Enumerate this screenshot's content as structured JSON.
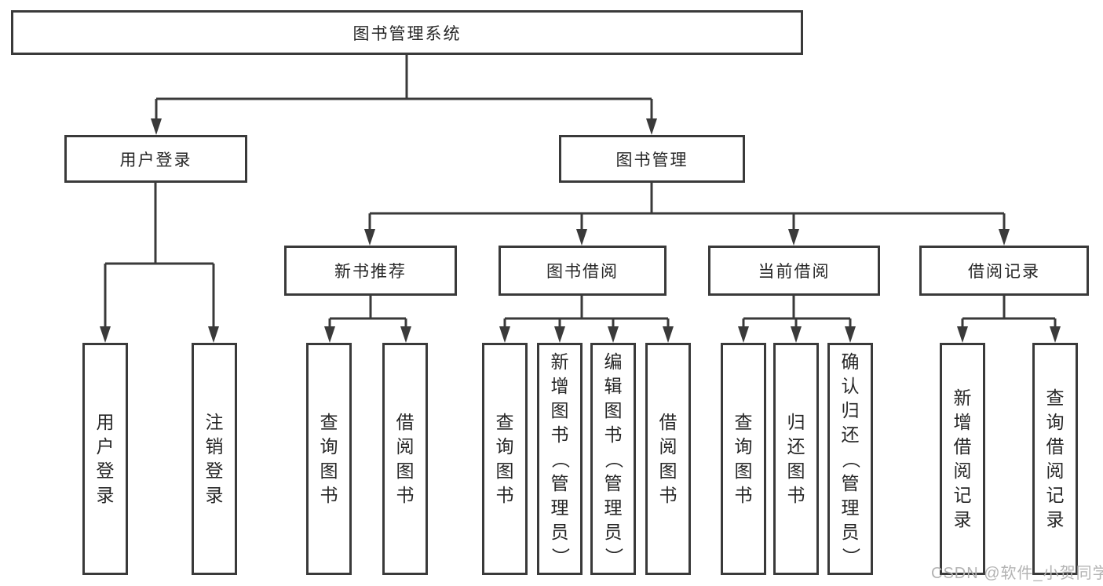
{
  "diagram": {
    "root": {
      "label": "图书管理系统"
    },
    "branches": [
      {
        "label": "用户登录",
        "children": [
          {
            "label": "用户登录"
          },
          {
            "label": "注销登录"
          }
        ]
      },
      {
        "label": "图书管理",
        "children": [
          {
            "label": "新书推荐",
            "children": [
              {
                "label": "查询图书"
              },
              {
                "label": "借阅图书"
              }
            ]
          },
          {
            "label": "图书借阅",
            "children": [
              {
                "label": "查询图书"
              },
              {
                "label": "新增图书（管理员）"
              },
              {
                "label": "编辑图书（管理员）"
              },
              {
                "label": "借阅图书"
              }
            ]
          },
          {
            "label": "当前借阅",
            "children": [
              {
                "label": "查询图书"
              },
              {
                "label": "归还图书"
              },
              {
                "label": "确认归还（管理员）"
              }
            ]
          },
          {
            "label": "借阅记录",
            "children": [
              {
                "label": "新增借阅记录"
              },
              {
                "label": "查询借阅记录"
              }
            ]
          }
        ]
      }
    ]
  },
  "watermark": {
    "text": "CSDN @软件_小贺同学"
  },
  "colors": {
    "stroke": "#3a3a3a",
    "text": "#262626",
    "watermark": "#b3b3b3",
    "background": "#ffffff"
  }
}
